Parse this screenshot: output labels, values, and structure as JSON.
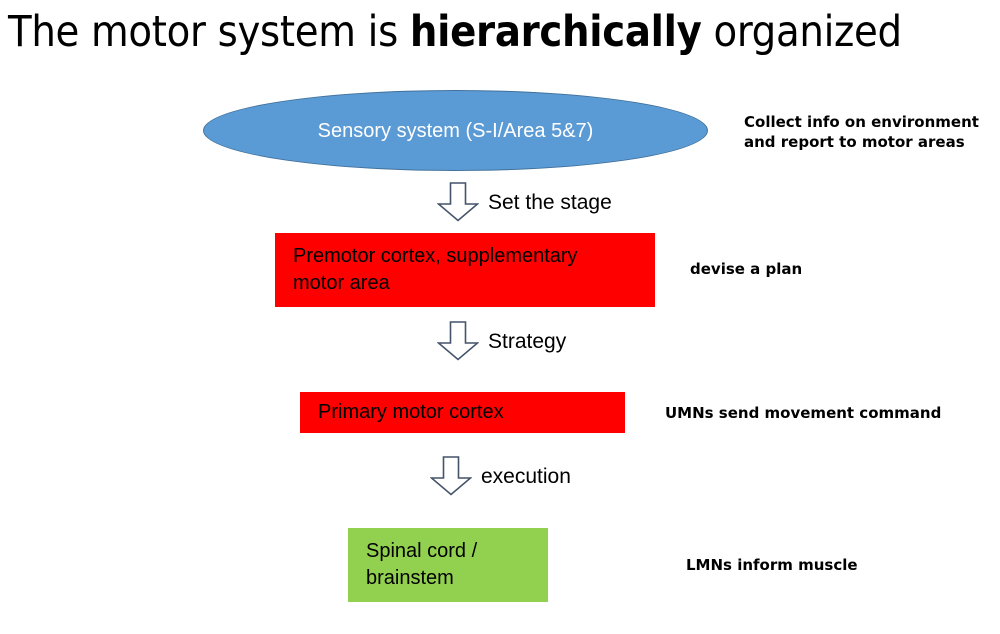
{
  "slide": {
    "title_prefix": "The motor system is ",
    "title_emphasis": "hierarchically",
    "title_suffix": " organized"
  },
  "colors": {
    "sensory_fill": "#5B9BD5",
    "sensory_stroke": "#41719C",
    "cortex_fill": "#FF0000",
    "spinal_fill": "#92D050",
    "arrow_stroke": "#44546A",
    "text_dark": "#000000",
    "text_light": "#FFFFFF"
  },
  "nodes": [
    {
      "id": "sensory",
      "shape": "ellipse",
      "label": "Sensory system (S-I/Area 5&7)",
      "annotation": "Collect info on environment\nand report to motor areas"
    },
    {
      "id": "premotor",
      "shape": "rectangle",
      "label": "Premotor cortex, supplementary\nmotor area",
      "annotation": "devise a plan"
    },
    {
      "id": "primary",
      "shape": "rectangle",
      "label": "Primary motor cortex",
      "annotation": "UMNs send movement command"
    },
    {
      "id": "spinal",
      "shape": "rectangle",
      "label": "Spinal cord /\nbrainstem",
      "annotation": "LMNs inform muscle"
    }
  ],
  "arrows": [
    {
      "id": "arrow-1",
      "icon": "down-block-arrow-icon",
      "caption": "Set the stage"
    },
    {
      "id": "arrow-2",
      "icon": "down-block-arrow-icon",
      "caption": "Strategy"
    },
    {
      "id": "arrow-3",
      "icon": "down-block-arrow-icon",
      "caption": "execution"
    }
  ]
}
